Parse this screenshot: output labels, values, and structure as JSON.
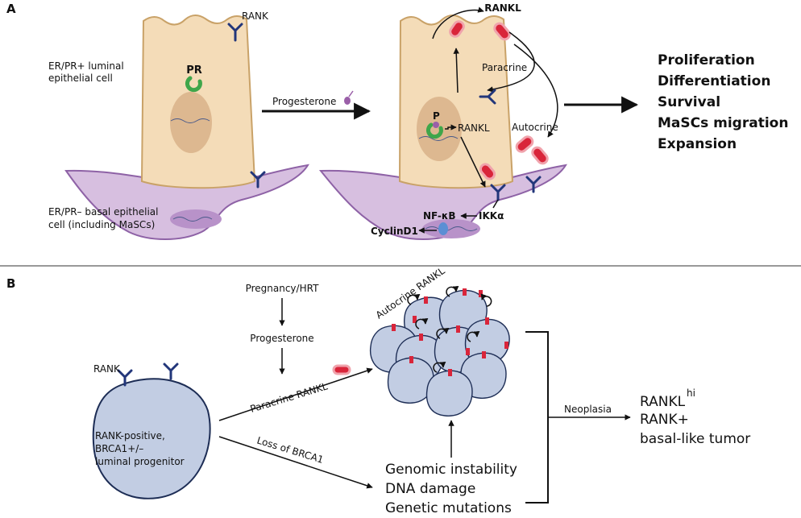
{
  "panel_a": {
    "label": "A",
    "rank_label": "RANK",
    "pr_label": "PR",
    "luminal_cell_line1": "ER/PR+ luminal",
    "luminal_cell_line2": "epithelial cell",
    "basal_cell_line1": "ER/PR– basal epithelial",
    "basal_cell_line2": "cell (including MaSCs)",
    "progesterone_label": "Progesterone",
    "rankl_top": "RANKL",
    "paracrine_label": "Paracrine",
    "autocrine_label": "Autocrine",
    "p_label": "P",
    "rankl_gene_label": "RANKL",
    "nfkb_label": "NF-κB",
    "ikka_label": "IKKα",
    "cyclind1_label": "CyclinD1",
    "outcomes": [
      "Proliferation",
      "Differentiation",
      "Survival",
      "MaSCs migration",
      "Expansion"
    ]
  },
  "panel_b": {
    "label": "B",
    "rank_label": "RANK",
    "progenitor_lines": [
      "RANK-positive,",
      "BRCA1+/–",
      "luminal progenitor"
    ],
    "pregnancy_label": "Pregnancy/HRT",
    "progesterone_label": "Progesterone",
    "paracrine_label": "Paracrine RANKL",
    "autocrine_label": "Autocrine RANKL",
    "loss_label": "Loss of BRCA1",
    "genomic_lines": [
      "Genomic instability",
      "DNA damage",
      "Genetic mutations"
    ],
    "neoplasia_label": "Neoplasia",
    "tumor_rankl": "RANKL",
    "tumor_hi": "hi",
    "tumor_rank": "RANK+",
    "tumor_type": "basal-like tumor"
  },
  "colors": {
    "luminal_fill": "#f4dcb8",
    "basal_fill": "#d7bfe0",
    "rankl_red": "#d9253a",
    "rank_blue": "#22367a",
    "pr_green": "#3fa64a",
    "tumor_cell_fill": "#c2cde3"
  }
}
